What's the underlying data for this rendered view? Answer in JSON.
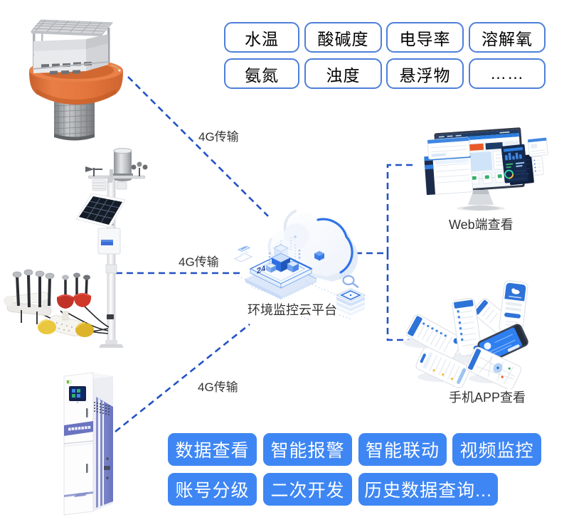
{
  "diagram": {
    "parameters": {
      "items": [
        {
          "label": "水温"
        },
        {
          "label": "酸碱度"
        },
        {
          "label": "电导率"
        },
        {
          "label": "溶解氧"
        },
        {
          "label": "氨氮"
        },
        {
          "label": "浊度"
        },
        {
          "label": "悬浮物"
        },
        {
          "label": "……"
        }
      ]
    },
    "transmission": {
      "labels": [
        "4G传输",
        "4G传输",
        "4G传输"
      ]
    },
    "platform": {
      "label": "环境监控云平台",
      "badge": "24"
    },
    "clients": {
      "web_label": "Web端查看",
      "app_label": "手机APP查看"
    },
    "features": {
      "items": [
        {
          "label": "数据查看"
        },
        {
          "label": "智能报警"
        },
        {
          "label": "智能联动"
        },
        {
          "label": "视频监控"
        },
        {
          "label": "账号分级"
        },
        {
          "label": "二次开发"
        },
        {
          "label": "历史数据查询..."
        }
      ]
    },
    "devices": {
      "buoy": "water-quality-monitoring-buoy",
      "weather_station": "weather-station-with-solar-panel",
      "floating_sensors": "floating-water-quality-sensors",
      "cabinet": "water-quality-monitoring-cabinet"
    }
  },
  "colors": {
    "chip_border": "#4d7fd9",
    "chip_text": "#000000",
    "feature_button_bg": "#3e86f3",
    "feature_button_text": "#ffffff",
    "dashed_line": "#2252c5",
    "label_text": "#333333",
    "buoy_orange": "#e0703a",
    "cloud_blue": "#2f74e8",
    "background": "#ffffff"
  }
}
